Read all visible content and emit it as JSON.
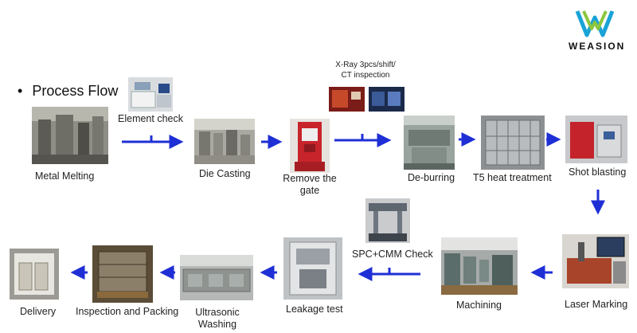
{
  "brand": {
    "name": "WEASION"
  },
  "title": "Process Flow",
  "steps": [
    {
      "id": "metal_melting",
      "label": "Metal Melting"
    },
    {
      "id": "element_check",
      "label": "Element check"
    },
    {
      "id": "die_casting",
      "label": "Die Casting"
    },
    {
      "id": "remove_gate",
      "label_line1": "Remove the",
      "label_line2": "gate"
    },
    {
      "id": "xray",
      "label_line1": "X-Ray 3pcs/shift/",
      "label_line2": "CT inspection"
    },
    {
      "id": "deburring",
      "label": "De-burring"
    },
    {
      "id": "t5",
      "label": "T5 heat treatment"
    },
    {
      "id": "shot_blasting",
      "label": "Shot blasting"
    },
    {
      "id": "laser_marking",
      "label": "Laser Marking"
    },
    {
      "id": "machining",
      "label": "Machining"
    },
    {
      "id": "spc_cmm",
      "label": "SPC+CMM Check"
    },
    {
      "id": "leakage",
      "label": "Leakage test"
    },
    {
      "id": "ultrasonic",
      "label_line1": "Ultrasonic",
      "label_line2": "Washing"
    },
    {
      "id": "inspection_packing",
      "label": "Inspection and Packing"
    },
    {
      "id": "delivery",
      "label": "Delivery"
    }
  ],
  "colors": {
    "arrow": "#1f2fd6",
    "text": "#222222"
  }
}
